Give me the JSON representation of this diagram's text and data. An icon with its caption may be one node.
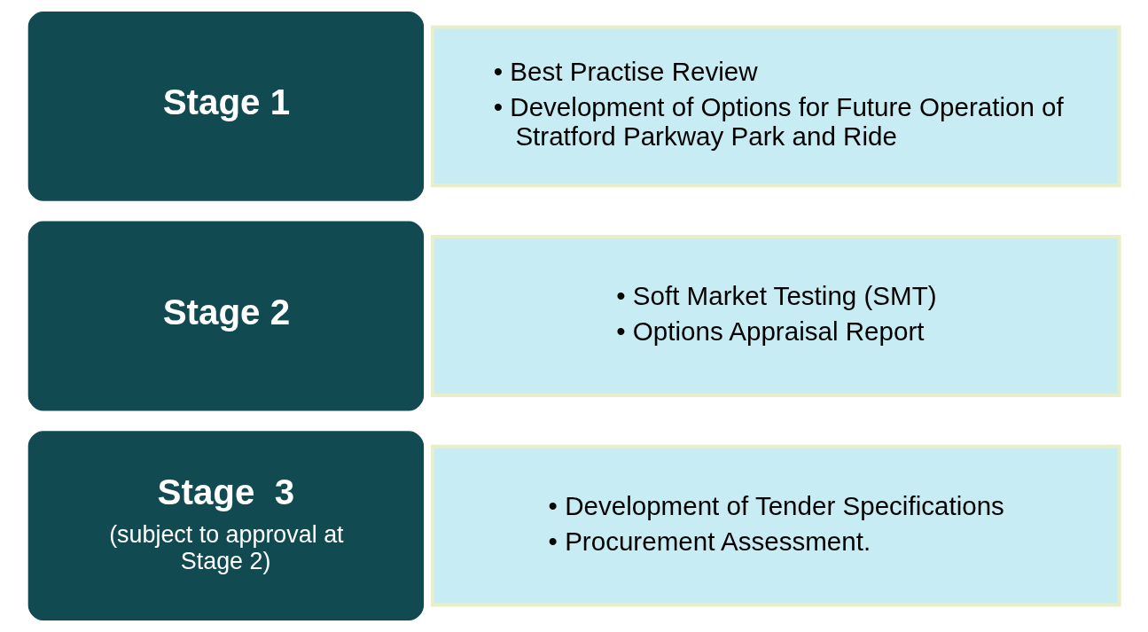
{
  "diagram": {
    "nodes": [
      {
        "text": [
          "Stage 1"
        ]
      },
      {
        "text": [
          "• Best Practise Review",
          "• Development of Options for Future Operation of Stratford Parkway Park and Ride"
        ]
      },
      {
        "text": [
          "Stage 2"
        ]
      },
      {
        "text": [
          "• Soft Market Testing (SMT)",
          "• Options Appraisal Report"
        ]
      },
      {
        "text": [
          "Stage  3",
          "(subject to approval at Stage 2)"
        ]
      },
      {
        "text": [
          "• Development of Tender Specifications",
          "• Procurement Assessment."
        ]
      }
    ],
    "edges": []
  }
}
